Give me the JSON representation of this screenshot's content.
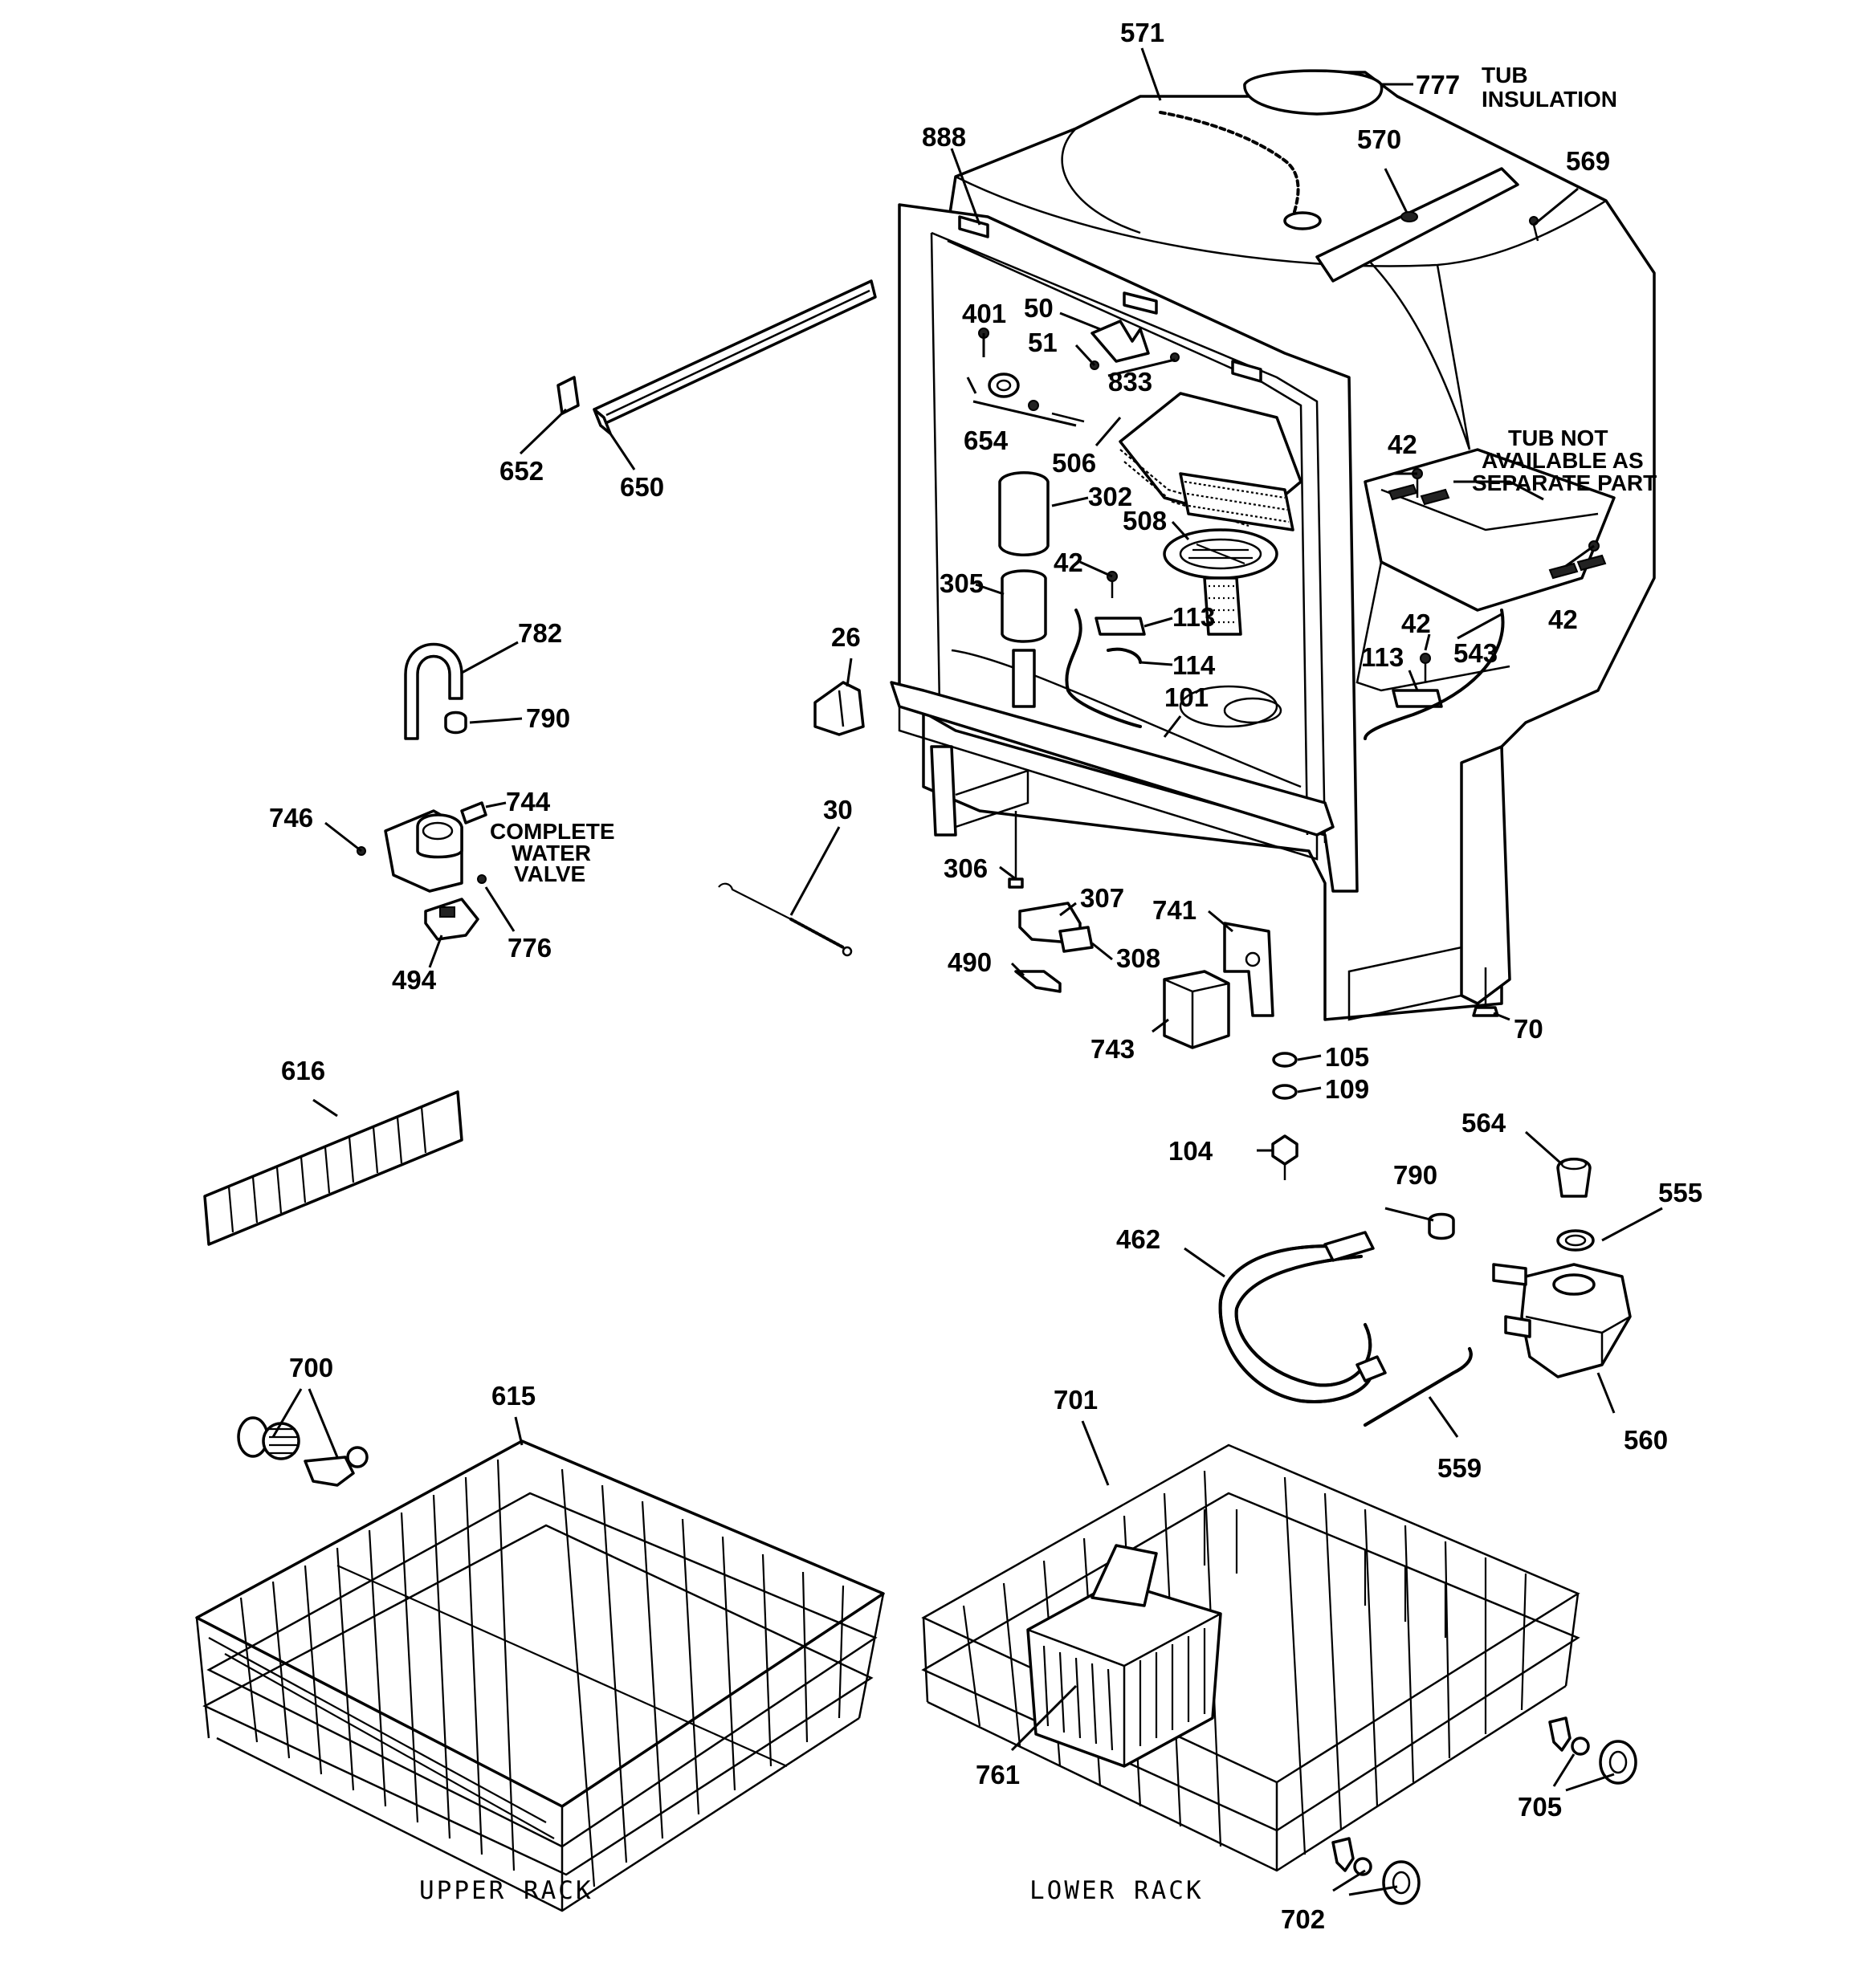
{
  "diagram": {
    "callouts": [
      "571",
      "777",
      "570",
      "569",
      "888",
      "401",
      "50",
      "51",
      "833",
      "654",
      "506",
      "302",
      "508",
      "42",
      "305",
      "113",
      "114",
      "101",
      "543",
      "652",
      "650",
      "782",
      "790",
      "746",
      "744",
      "26",
      "30",
      "306",
      "307",
      "741",
      "308",
      "490",
      "494",
      "776",
      "743",
      "70",
      "105",
      "109",
      "616",
      "104",
      "564",
      "555",
      "462",
      "560",
      "559",
      "700",
      "615",
      "701",
      "761",
      "705",
      "702"
    ],
    "notes": {
      "tub_insulation_1": "TUB",
      "tub_insulation_2": "INSULATION",
      "tub_not_1": "TUB NOT",
      "tub_not_2": "AVAILABLE AS",
      "tub_not_3": "SEPARATE PART",
      "valve_1": "COMPLETE",
      "valve_2": "WATER",
      "valve_3": "VALVE"
    },
    "captions": {
      "upper_rack": "UPPER RACK",
      "lower_rack": "LOWER RACK"
    }
  }
}
